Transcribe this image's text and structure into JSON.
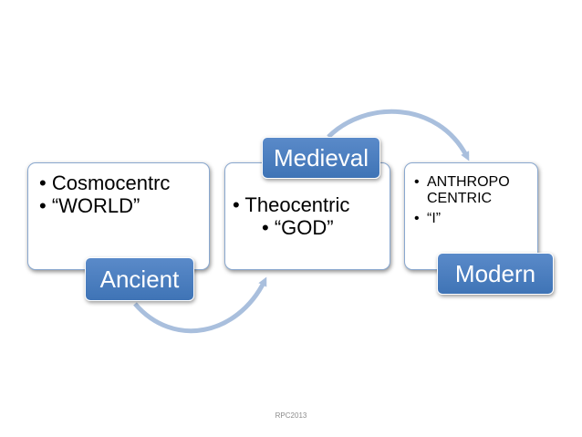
{
  "stages": [
    {
      "label": "Ancient",
      "items": [
        "Cosmocentrc",
        "“WORLD”"
      ]
    },
    {
      "label": "Medieval",
      "items": [
        "Theocentric",
        "“GOD”"
      ]
    },
    {
      "label": "Modern",
      "items": [
        "ANTHROPO CENTRIC",
        "“I”"
      ]
    }
  ],
  "bullet": "•",
  "footer": "RPC2013",
  "colors": {
    "label_fill": "#4f81bd",
    "card_border": "#8aa8cf",
    "arrow": "#a9bfdd"
  }
}
